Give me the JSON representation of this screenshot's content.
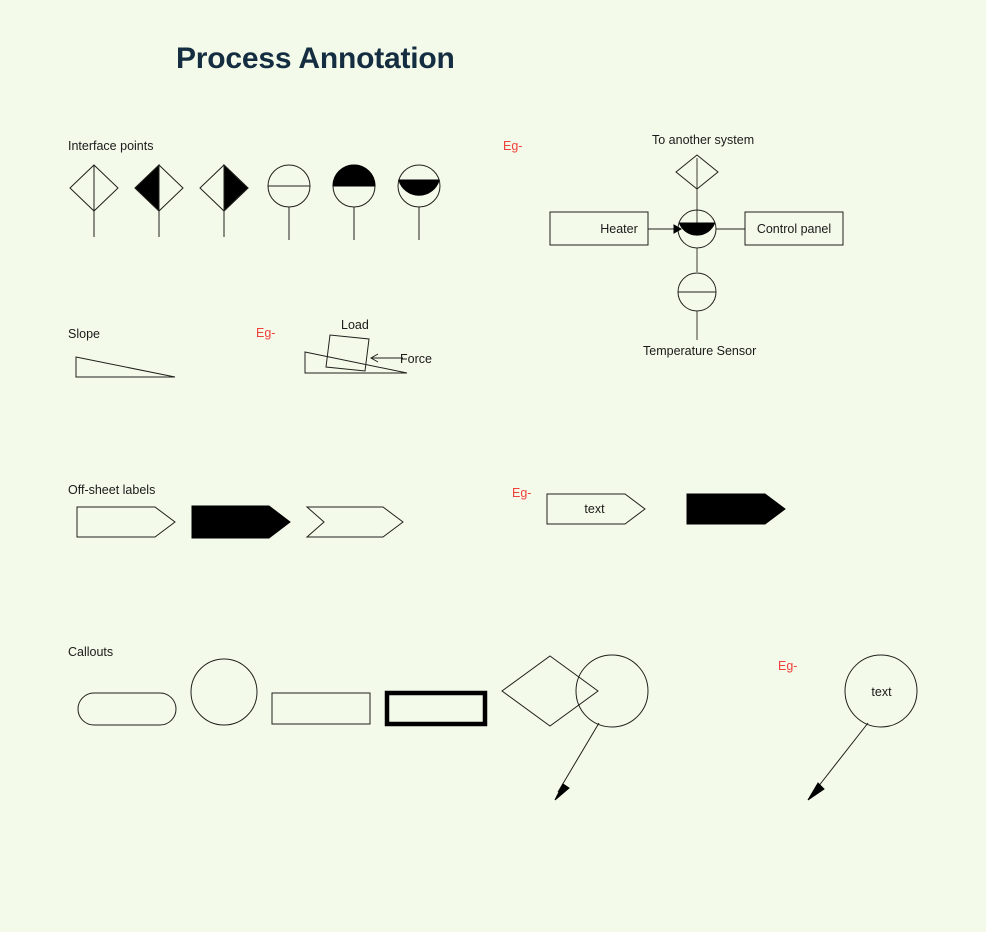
{
  "page": {
    "title": "Process Annotation",
    "background_color": "#f4faea",
    "title_color": "#142d40",
    "ink_color": "#20201c",
    "accent_color": "#f0413c"
  },
  "sections": {
    "interface_points": {
      "label": "Interface points",
      "symbols": [
        {
          "name": "diamond-open",
          "shape": "diamond",
          "fill": "none"
        },
        {
          "name": "diamond-left-filled",
          "shape": "diamond",
          "fill": "left-half"
        },
        {
          "name": "diamond-right-filled",
          "shape": "diamond",
          "fill": "right-half"
        },
        {
          "name": "circle-open-line",
          "shape": "circle",
          "fill": "none"
        },
        {
          "name": "circle-top-filled",
          "shape": "circle",
          "fill": "top-half"
        },
        {
          "name": "circle-bottom-filled",
          "shape": "circle",
          "fill": "bottom-half"
        }
      ],
      "example": {
        "eg_label": "Eg-",
        "top_node_label": "To another system",
        "left_box_label": "Heater",
        "right_box_label": "Control panel",
        "bottom_node_label": "Temperature Sensor"
      }
    },
    "slope": {
      "label": "Slope",
      "example": {
        "eg_label": "Eg-",
        "load_label": "Load",
        "force_label": "Force"
      }
    },
    "offsheet": {
      "label": "Off-sheet labels",
      "symbols": [
        {
          "name": "offsheet-outline-arrow",
          "fill": "none"
        },
        {
          "name": "offsheet-filled-arrow",
          "fill": "solid"
        },
        {
          "name": "offsheet-chevron",
          "fill": "none"
        }
      ],
      "example": {
        "eg_label": "Eg-",
        "text_label": "text"
      }
    },
    "callouts": {
      "label": "Callouts",
      "symbols": [
        {
          "name": "callout-stadium",
          "shape": "rounded-rect"
        },
        {
          "name": "callout-circle",
          "shape": "circle"
        },
        {
          "name": "callout-rect-thin",
          "shape": "rect"
        },
        {
          "name": "callout-rect-thick",
          "shape": "rect-bold"
        },
        {
          "name": "callout-diamond",
          "shape": "diamond"
        },
        {
          "name": "callout-circle-leader",
          "shape": "circle-with-leader"
        }
      ],
      "example": {
        "eg_label": "Eg-",
        "text_label": "text"
      }
    }
  }
}
